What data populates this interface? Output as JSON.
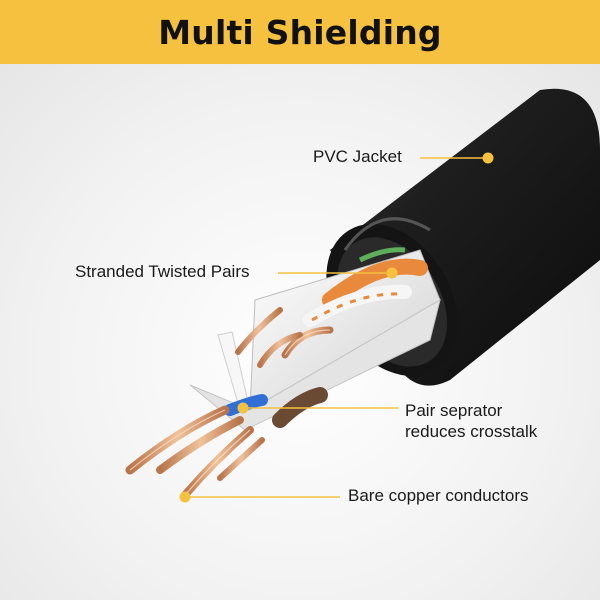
{
  "title": "Multi Shielding",
  "labels": {
    "jacket": "PVC Jacket",
    "twisted_pairs": "Stranded Twisted Pairs",
    "separator_line1": "Pair seprator",
    "separator_line2": "reduces crosstalk",
    "copper": "Bare copper conductors"
  },
  "colors": {
    "banner": "#f5c13f",
    "callout": "#f5c13f",
    "jacket": "#1c1c1c",
    "copper": "#d89a6a",
    "orange_wire": "#e9893b",
    "brown_wire": "#6b4a33",
    "blue_wire": "#2f6fd6",
    "green_stripe": "#5fae5a"
  }
}
